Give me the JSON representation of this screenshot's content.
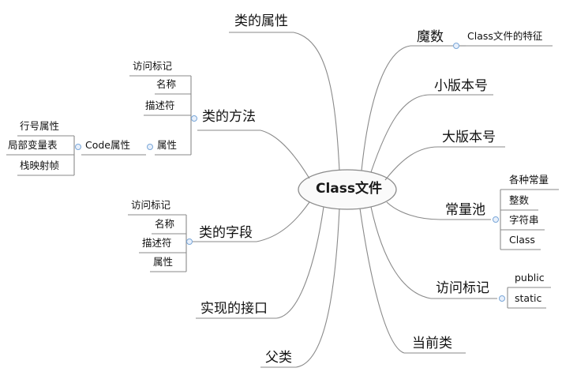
{
  "center": "Class文件",
  "branches": {
    "class_attributes": "类的属性",
    "magic": "魔数",
    "magic_note": "Class文件的特征",
    "minor_version": "小版本号",
    "major_version": "大版本号",
    "constant_pool": "常量池",
    "constant_pool_items": [
      "各种常量",
      "整数",
      "字符串",
      "Class"
    ],
    "access_flags": "访问标记",
    "access_flags_items": [
      "public",
      "static"
    ],
    "this_class": "当前类",
    "super_class": "父类",
    "interfaces": "实现的接口",
    "fields": "类的字段",
    "fields_items": [
      "访问标记",
      "名称",
      "描述符",
      "属性"
    ],
    "methods": "类的方法",
    "methods_items": [
      "访问标记",
      "名称",
      "描述符",
      "属性"
    ],
    "code_attr": "Code属性",
    "code_attr_items": [
      "行号属性",
      "局部变量表",
      "栈映射帧"
    ]
  },
  "colors": {
    "line": "#8a8a8a",
    "bubble": "#7aa7d8"
  }
}
